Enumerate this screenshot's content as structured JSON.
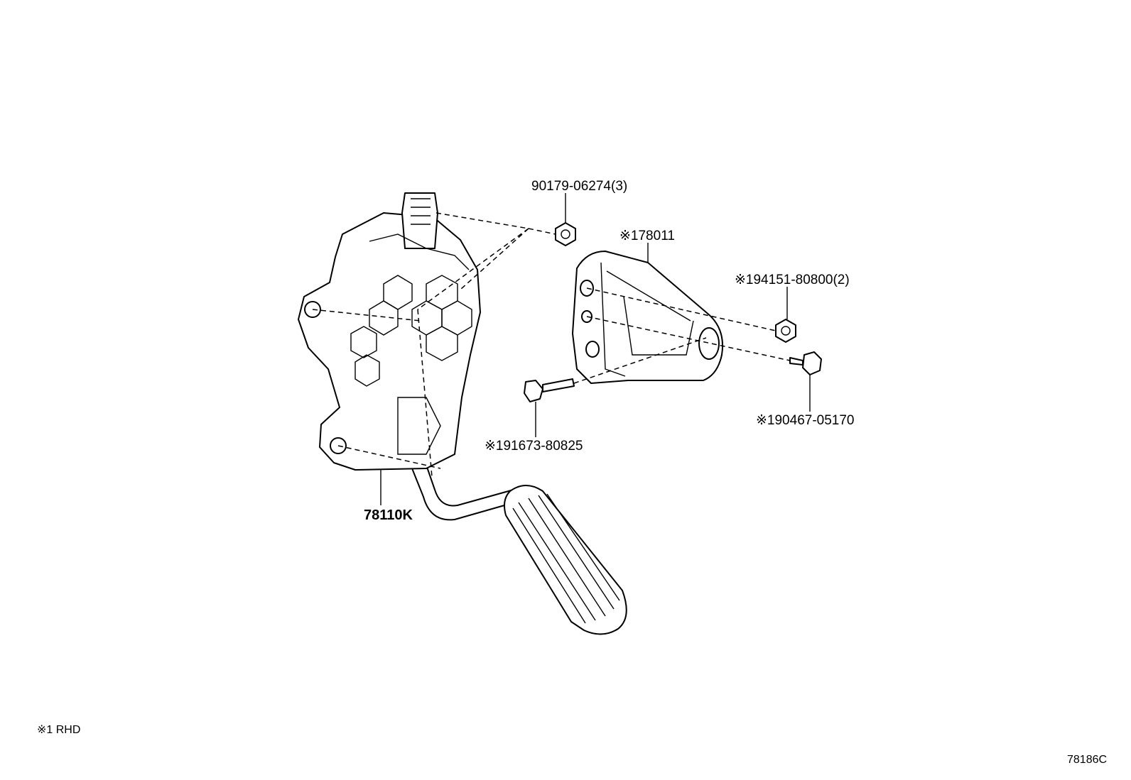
{
  "callouts": {
    "nut_top": "90179-06274(3)",
    "bracket": "※178011",
    "nut_right": "※194151-80800(2)",
    "bolt_right": "※190467-05170",
    "bolt_left": "※191673-80825",
    "pedal_assy": "78110K"
  },
  "notes": {
    "footnote": "※1 RHD",
    "illustration_id": "78186C"
  }
}
